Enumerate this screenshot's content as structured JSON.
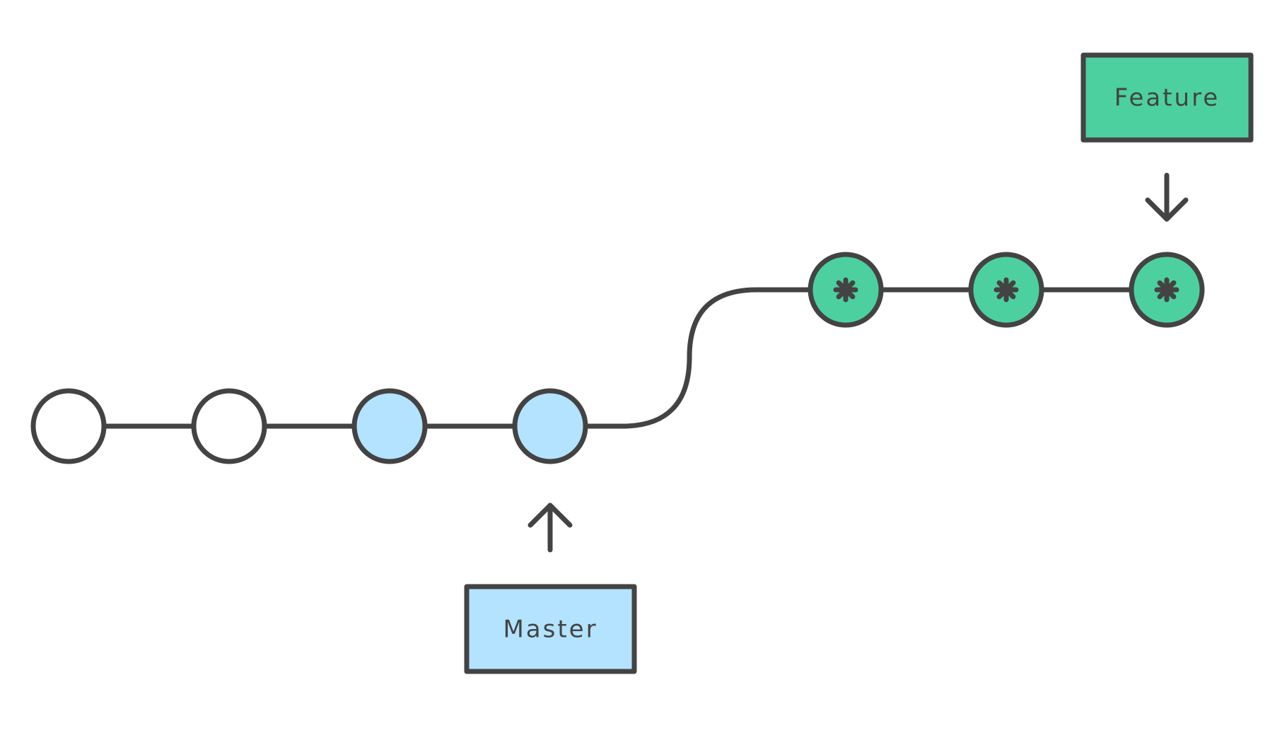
{
  "diagram": {
    "branches": [
      {
        "id": "master",
        "label": "Master",
        "color": "#b3e3ff"
      },
      {
        "id": "feature",
        "label": "Feature",
        "color": "#4dd0a0"
      }
    ],
    "colors": {
      "stroke": "#434343",
      "plain_commit": "#ffffff",
      "master_commit": "#b3e3ff",
      "feature_commit": "#4dd0a0"
    },
    "commits": [
      {
        "id": "c1",
        "branch": "shared",
        "style": "plain"
      },
      {
        "id": "c2",
        "branch": "shared",
        "style": "plain"
      },
      {
        "id": "c3",
        "branch": "master",
        "style": "master"
      },
      {
        "id": "c4",
        "branch": "master",
        "style": "master"
      },
      {
        "id": "f1",
        "branch": "feature",
        "style": "feature",
        "marker": "asterisk-icon"
      },
      {
        "id": "f2",
        "branch": "feature",
        "style": "feature",
        "marker": "asterisk-icon"
      },
      {
        "id": "f3",
        "branch": "feature",
        "style": "feature",
        "marker": "asterisk-icon"
      }
    ],
    "pointers": [
      {
        "branch": "master",
        "points_to": "c4",
        "icon": "arrow-up-icon"
      },
      {
        "branch": "feature",
        "points_to": "f3",
        "icon": "arrow-down-icon"
      }
    ]
  }
}
